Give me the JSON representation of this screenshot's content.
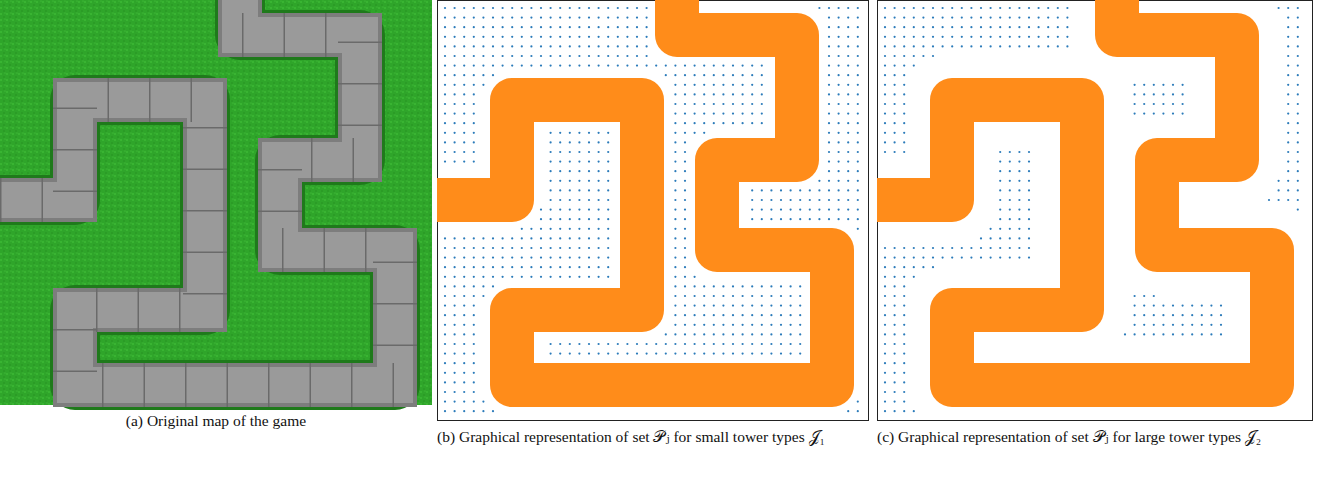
{
  "diagram": {
    "labels": [
      "(a) Original map of the game",
      "(b) Graphical representation of set 𝒫ⱼ for small tower types 𝒥₁",
      "(c) Graphical representation of set 𝒫ⱼ for large tower types 𝒥₂"
    ]
  }
}
